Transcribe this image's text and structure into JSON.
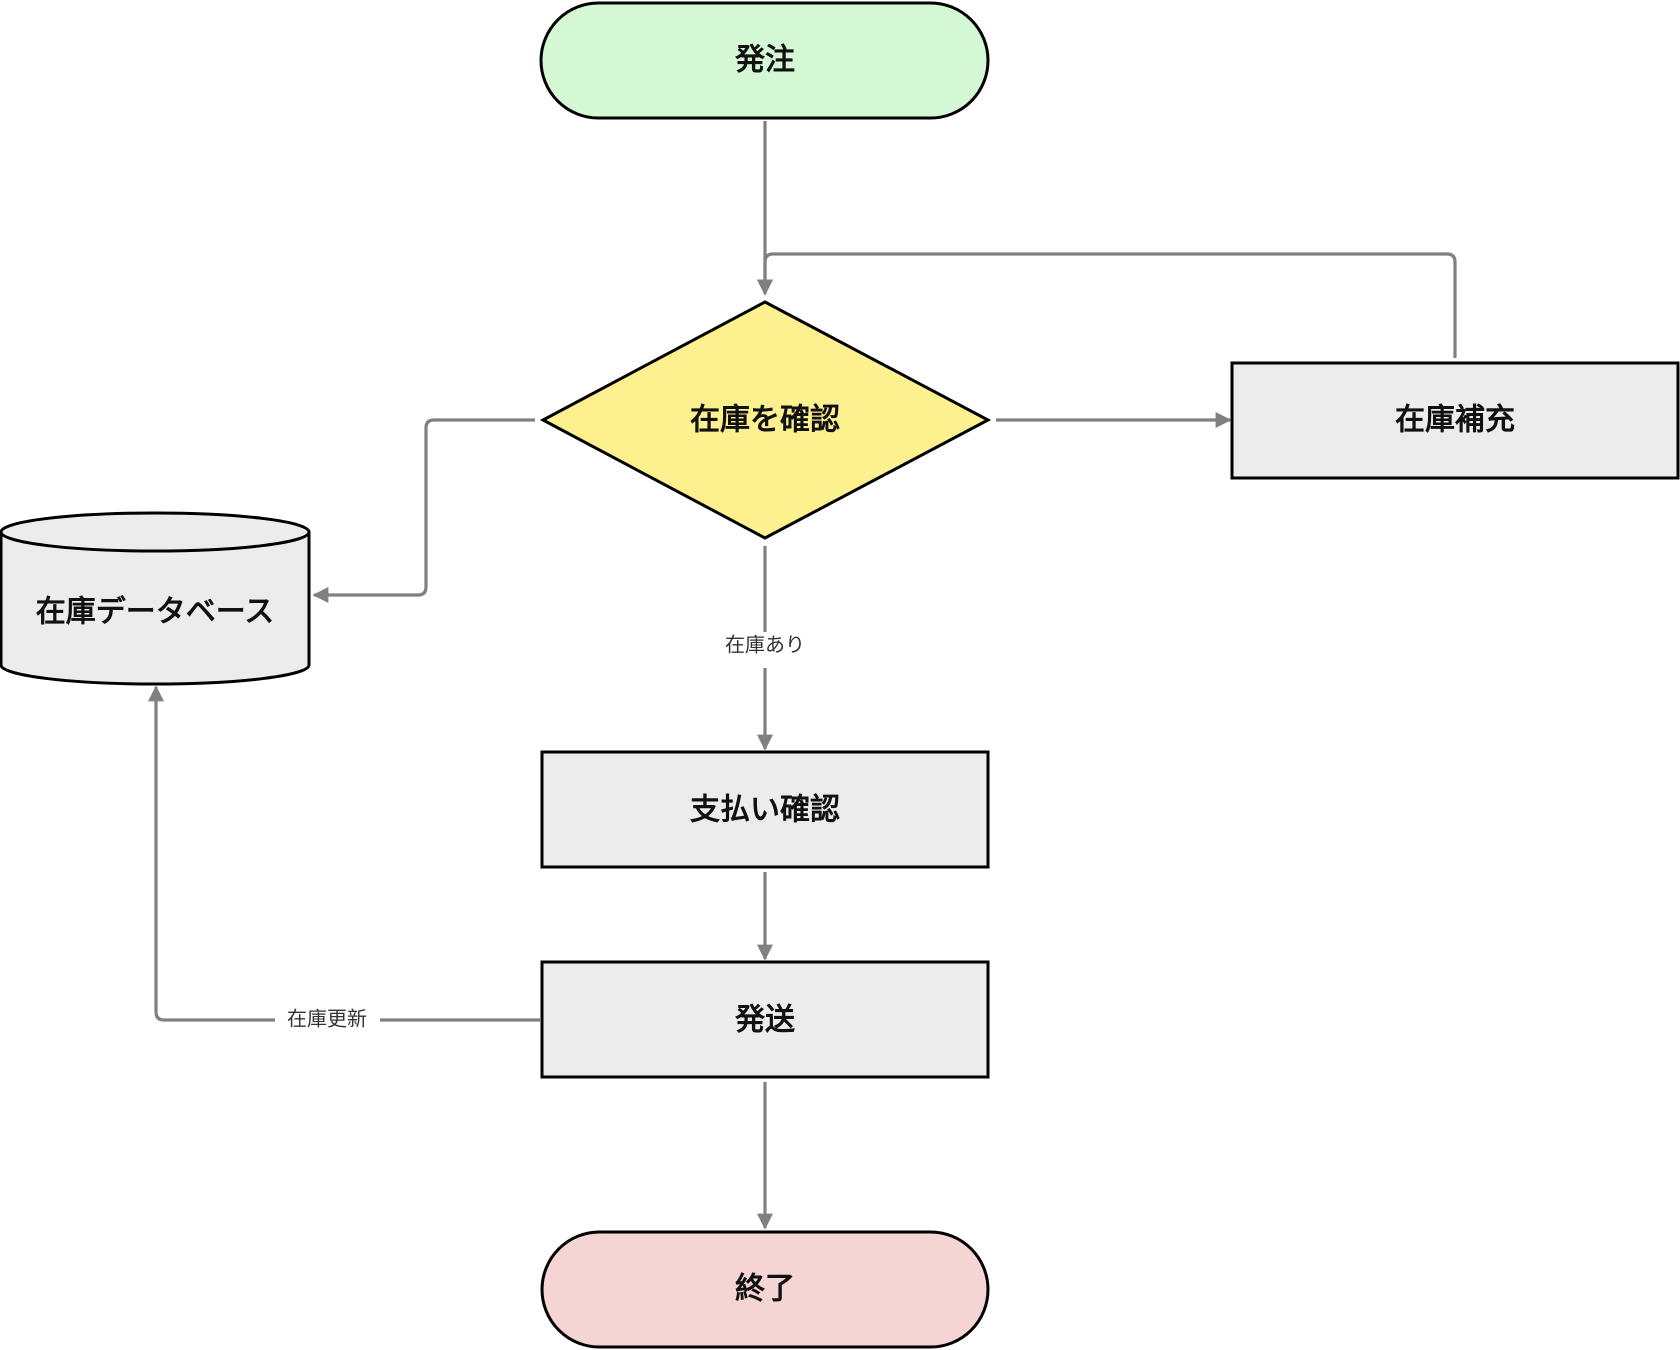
{
  "nodes": {
    "start": {
      "label": "発注",
      "fill": "#d4f7d4"
    },
    "check_stock": {
      "label": "在庫を確認",
      "fill": "#fdf08f"
    },
    "restock": {
      "label": "在庫補充",
      "fill": "#ececec"
    },
    "inventory_db": {
      "label": "在庫データベース",
      "fill": "#ececec"
    },
    "payment": {
      "label": "支払い確認",
      "fill": "#ececec"
    },
    "ship": {
      "label": "発送",
      "fill": "#ececec"
    },
    "end": {
      "label": "終了",
      "fill": "#f5d4d4"
    }
  },
  "edges": {
    "in_stock_label": "在庫あり",
    "update_stock_label": "在庫更新"
  },
  "colors": {
    "edge": "#808080",
    "stroke": "#000000"
  }
}
